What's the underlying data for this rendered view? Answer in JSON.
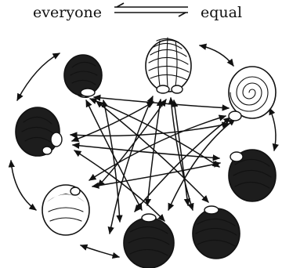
{
  "caption": {
    "left_word": "everyone",
    "right_word": "equal",
    "connector_icon": "double-arrow-icon"
  },
  "nodes": [
    {
      "id": "head-1",
      "hair": "dark"
    },
    {
      "id": "head-2",
      "hair": "lined"
    },
    {
      "id": "head-3",
      "hair": "swirl"
    },
    {
      "id": "head-4",
      "hair": "dark"
    },
    {
      "id": "head-5",
      "hair": "dark"
    },
    {
      "id": "head-6",
      "hair": "dark"
    },
    {
      "id": "head-7",
      "hair": "light"
    },
    {
      "id": "head-8",
      "hair": "dark"
    }
  ],
  "colors": {
    "ink": "#111111",
    "paper": "#ffffff"
  }
}
